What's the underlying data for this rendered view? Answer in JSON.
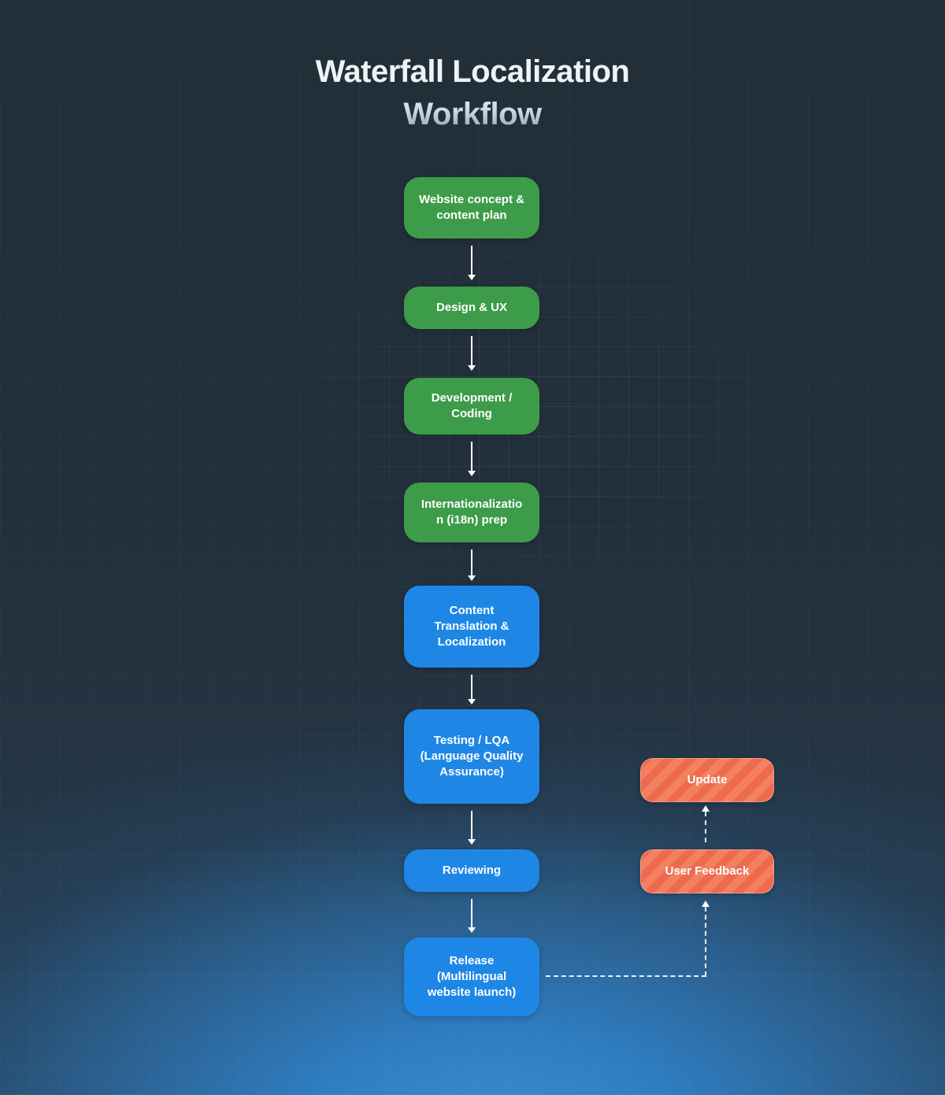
{
  "title": {
    "line1": "Waterfall Localization",
    "line2": "Workflow"
  },
  "flow": {
    "nodes": [
      {
        "label": "Website concept & content plan",
        "color": "green"
      },
      {
        "label": "Design & UX",
        "color": "green"
      },
      {
        "label": "Development / Coding",
        "color": "green"
      },
      {
        "label": "Internationalization (i18n) prep",
        "color": "green"
      },
      {
        "label": "Content Translation & Localization",
        "color": "blue"
      },
      {
        "label": "Testing / LQA (Language Quality Assurance)",
        "color": "blue"
      },
      {
        "label": "Reviewing",
        "color": "blue"
      },
      {
        "label": "Release (Multilingual website launch)",
        "color": "blue"
      }
    ]
  },
  "feedback_loop": {
    "nodes": [
      {
        "label": "Update",
        "color": "orange-striped"
      },
      {
        "label": "User Feedback",
        "color": "orange-striped"
      }
    ]
  },
  "colors": {
    "green": "#3d9c49",
    "blue": "#1e87e6",
    "orange": "#ee6a4e",
    "orange_stripe": "#f3815f",
    "background": "#232f3a",
    "glow": "#2f7cc0",
    "arrow": "#ffffff",
    "title_primary": "#eef4f6"
  }
}
